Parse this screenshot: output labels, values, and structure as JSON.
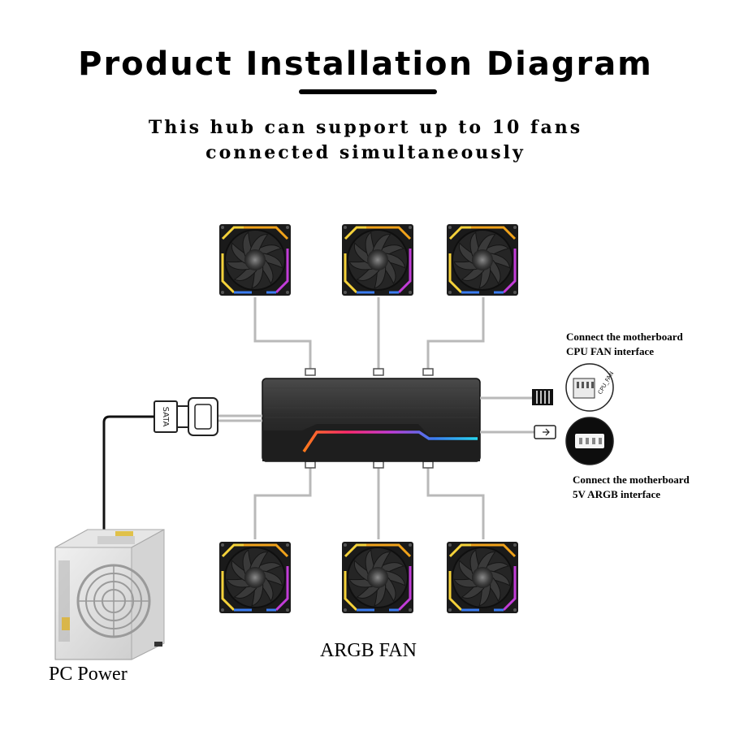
{
  "title": "Product Installation Diagram",
  "subtitle_line1": "This hub can support up to 10 fans",
  "subtitle_line2": "connected simultaneously",
  "cpu_fan_label_line1": "Connect the motherboard",
  "cpu_fan_label_line2": "CPU FAN interface",
  "argb_label_line1": "Connect the motherboard",
  "argb_label_line2": "5V ARGB interface",
  "fan_label": "ARGB FAN",
  "power_label": "PC Power",
  "sata_label": "SATA",
  "fan_count_top": 3,
  "fan_count_bottom": 3,
  "icons": [
    "argb-fan-icon",
    "fan-hub-icon",
    "sata-connector-icon",
    "power-supply-icon",
    "4pin-connector-icon",
    "3pin-connector-icon"
  ],
  "colors": {
    "fan_frame": "#1a1a1a",
    "rgb_yellow": "#f5d23a",
    "rgb_magenta": "#c23cd8",
    "rgb_blue": "#3b7cf0",
    "hub": "#2b2b2b",
    "cable": "#b9b9b9"
  }
}
